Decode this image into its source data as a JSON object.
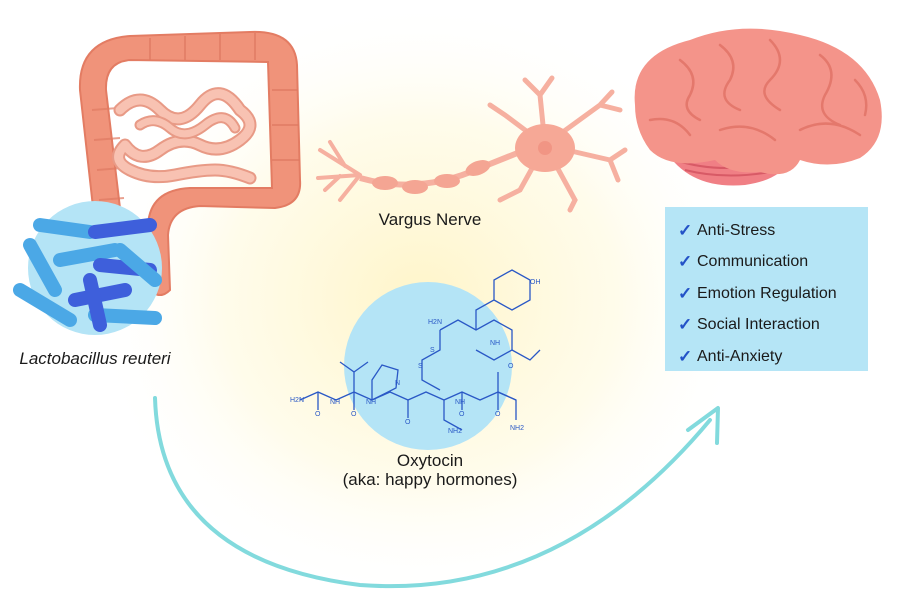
{
  "labels": {
    "bacteria": "Lactobacillus reuteri",
    "nerve": "Vargus Nerve",
    "hormone_name": "Oxytocin",
    "hormone_aka": "(aka: happy hormones)"
  },
  "benefits": {
    "check_symbol": "✓",
    "items": [
      "Anti-Stress",
      "Communication",
      "Emotion Regulation",
      "Social Interaction",
      "Anti-Anxiety"
    ]
  },
  "molecule_labels": {
    "oh": "OH",
    "nh2": "H2N",
    "nh2_tail": "NH2",
    "nh": "NH",
    "n": "N",
    "o": "O",
    "s": "S"
  },
  "colors": {
    "intestine": "#f0937a",
    "intestine_dark": "#e07a62",
    "small_intestine": "#f8c2b2",
    "bacteria_circle": "#b4e4f6",
    "bacteria_light": "#4ba8e6",
    "bacteria_dark": "#3e5fdb",
    "nerve": "#f6b0a0",
    "brain": "#f4948a",
    "cerebellum": "#f07f85",
    "molecule_circle": "#b4e4f6",
    "molecule_line": "#2a58c6",
    "arrow": "#82dadd",
    "glow": "#fff7d4",
    "box": "#b5e5f6",
    "check": "#2352c7"
  }
}
